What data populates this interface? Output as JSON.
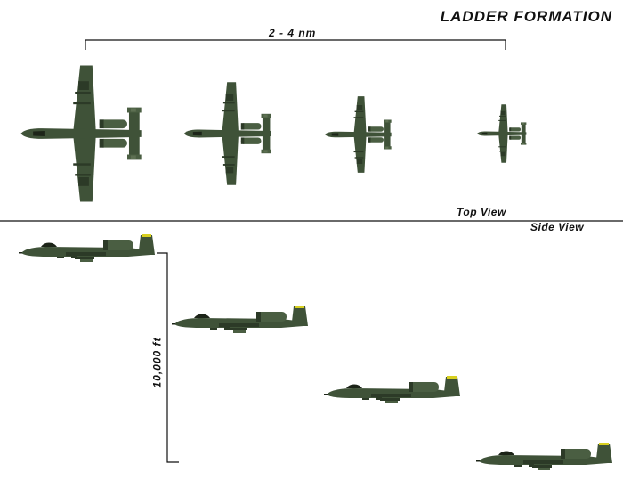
{
  "title": "LADDER FORMATION",
  "horizontal_spacing_label": "2 - 4 nm",
  "top_view_label": "Top View",
  "side_view_label": "Side View",
  "vertical_spacing_label": "10,000 ft",
  "colors": {
    "aircraft": "#3f5238",
    "aircraft_dark": "#2c3a27",
    "aircraft_light": "#5d7052",
    "tail_stripe": "#d8d020",
    "lines": "#111111"
  }
}
